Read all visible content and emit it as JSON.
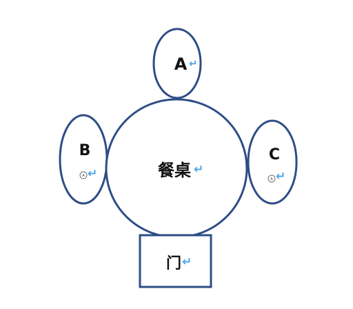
{
  "colors": {
    "outline": "#2E4D86",
    "text": "#111111",
    "return_mark": "#4AA3E8",
    "anchor": "#666666",
    "background": "#FFFFFF"
  },
  "nodes": {
    "seat_a": {
      "label": "A"
    },
    "seat_b": {
      "label": "B"
    },
    "seat_c": {
      "label": "C"
    },
    "table": {
      "label": "餐桌"
    },
    "door": {
      "label": "门"
    }
  },
  "marks": {
    "paragraph_return": "↵",
    "anchor_glyph": "A"
  }
}
